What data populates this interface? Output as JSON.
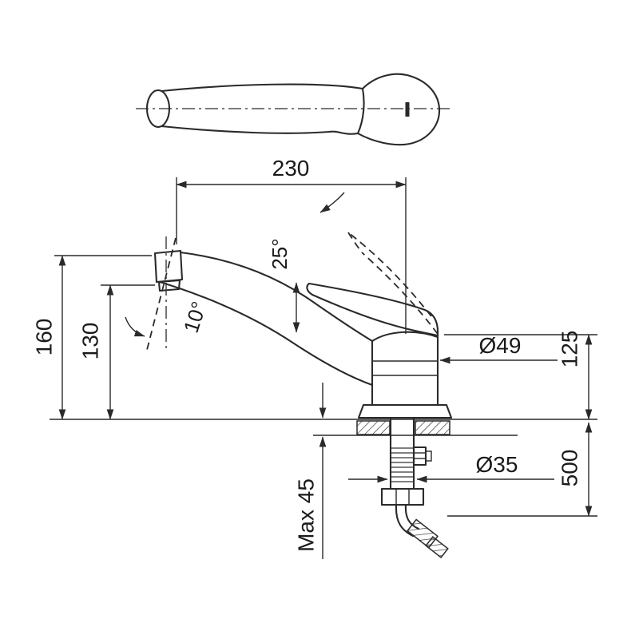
{
  "colors": {
    "line": "#2a2a2a",
    "background": "#ffffff"
  },
  "dimensions": {
    "spout_reach": "230",
    "lever_open_angle": "25°",
    "spout_tilt_angle": "10°",
    "overall_height": "160",
    "spout_outlet_height": "130",
    "body_diameter": "Ø49",
    "height_above_deck": "125",
    "shank_diameter": "Ø35",
    "hose_length": "500",
    "max_deck_thickness": "Max 45"
  }
}
